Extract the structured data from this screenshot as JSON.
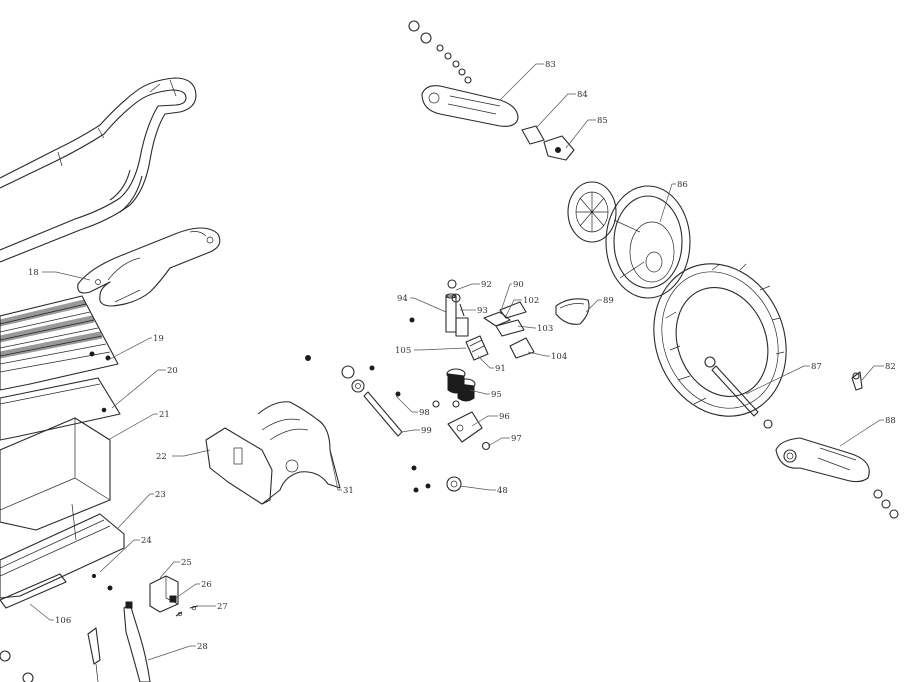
{
  "diagram": {
    "colors": {
      "line": "#2a2a2a",
      "label": "#333333",
      "background": "#ffffff"
    },
    "callouts": [
      {
        "id": "83",
        "label": "83"
      },
      {
        "id": "84",
        "label": "84"
      },
      {
        "id": "85",
        "label": "85"
      },
      {
        "id": "86",
        "label": "86"
      },
      {
        "id": "90",
        "label": "90"
      },
      {
        "id": "92",
        "label": "92"
      },
      {
        "id": "93",
        "label": "93"
      },
      {
        "id": "94",
        "label": "94"
      },
      {
        "id": "102",
        "label": "102"
      },
      {
        "id": "89",
        "label": "89"
      },
      {
        "id": "103",
        "label": "103"
      },
      {
        "id": "105",
        "label": "105"
      },
      {
        "id": "104",
        "label": "104"
      },
      {
        "id": "91",
        "label": "91"
      },
      {
        "id": "95",
        "label": "95"
      },
      {
        "id": "98",
        "label": "98"
      },
      {
        "id": "99",
        "label": "99"
      },
      {
        "id": "96",
        "label": "96"
      },
      {
        "id": "97",
        "label": "97"
      },
      {
        "id": "48",
        "label": "48"
      },
      {
        "id": "87",
        "label": "87"
      },
      {
        "id": "82",
        "label": "82"
      },
      {
        "id": "88",
        "label": "88"
      },
      {
        "id": "18",
        "label": "18"
      },
      {
        "id": "19",
        "label": "19"
      },
      {
        "id": "20",
        "label": "20"
      },
      {
        "id": "21",
        "label": "21"
      },
      {
        "id": "22",
        "label": "22"
      },
      {
        "id": "31",
        "label": "31"
      },
      {
        "id": "23",
        "label": "23"
      },
      {
        "id": "24",
        "label": "24"
      },
      {
        "id": "25",
        "label": "25"
      },
      {
        "id": "26",
        "label": "26"
      },
      {
        "id": "27",
        "label": "27"
      },
      {
        "id": "106",
        "label": "106"
      },
      {
        "id": "28",
        "label": "28"
      }
    ]
  }
}
